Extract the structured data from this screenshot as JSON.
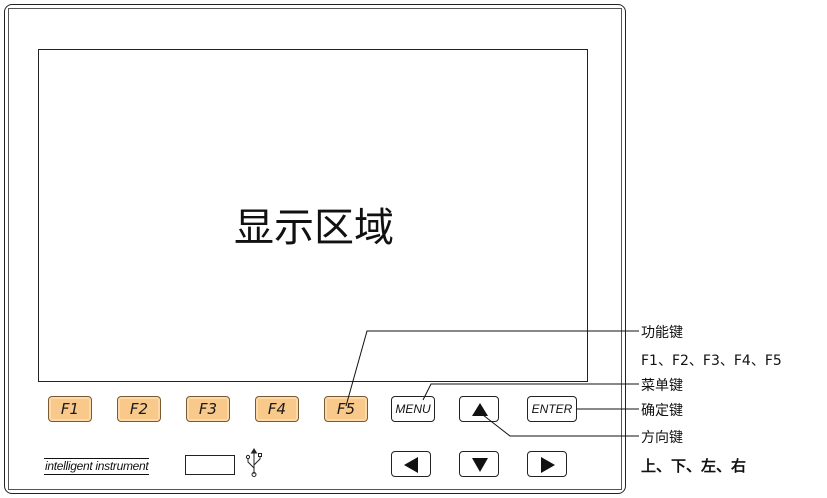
{
  "screen": {
    "text": "显示区域"
  },
  "function_keys": [
    "F1",
    "F2",
    "F3",
    "F4",
    "F5"
  ],
  "menu_key": "MENU",
  "enter_key": "ENTER",
  "brand": "intelligent instrument",
  "callouts": {
    "function": {
      "title": "功能键",
      "detail": "F1、F2、F3、F4、F5"
    },
    "menu": "菜单键",
    "enter": "确定键",
    "direction": {
      "title": "方向键",
      "detail": "上、下、左、右"
    }
  },
  "icons": {
    "up": "arrow-up-icon",
    "down": "arrow-down-icon",
    "left": "arrow-left-icon",
    "right": "arrow-right-icon",
    "usb": "usb-icon"
  },
  "colors": {
    "function_key_fill": "#f8c98a",
    "outline": "#222222"
  }
}
